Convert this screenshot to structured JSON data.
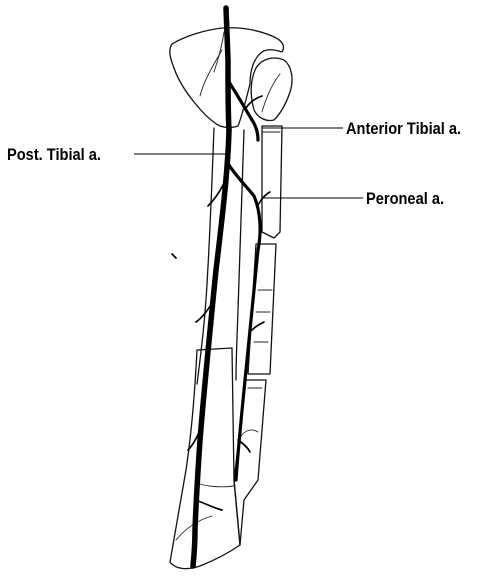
{
  "labels": {
    "post_tibial": "Post. Tibial a.",
    "anterior_tibial": "Anterior Tibial a.",
    "peroneal": "Peroneal a."
  },
  "colors": {
    "ink": "#000000",
    "background": "#ffffff"
  }
}
